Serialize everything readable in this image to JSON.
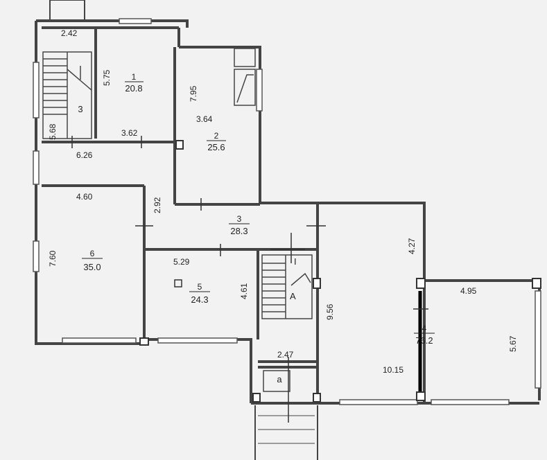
{
  "rooms": {
    "r1": {
      "number": "1",
      "area": "20.8"
    },
    "r2": {
      "number": "2",
      "area": "25.6"
    },
    "r3": {
      "number": "3",
      "area": "28.3"
    },
    "r4": {
      "number": "4",
      "area": "76.2"
    },
    "r5": {
      "number": "5",
      "area": "24.3"
    },
    "r6": {
      "number": "6",
      "area": "35.0"
    },
    "stair_top": {
      "number": "3"
    },
    "small_a": {
      "number": "a"
    }
  },
  "dimensions": {
    "d_242": "2.42",
    "d_575": "5.75",
    "d_795": "7.95",
    "d_364": "3.64",
    "d_568": "5.68",
    "d_362": "3.62",
    "d_626": "6.26",
    "d_460": "4.60",
    "d_292": "2.92",
    "d_760": "7.60",
    "d_529": "5.29",
    "d_461": "4.61",
    "d_427": "4.27",
    "d_956": "9.56",
    "d_495": "4.95",
    "d_567": "5.67",
    "d_247": "2.47",
    "d_1015": "10.15"
  },
  "marks": {
    "section_a": "A",
    "section_i": "I"
  }
}
